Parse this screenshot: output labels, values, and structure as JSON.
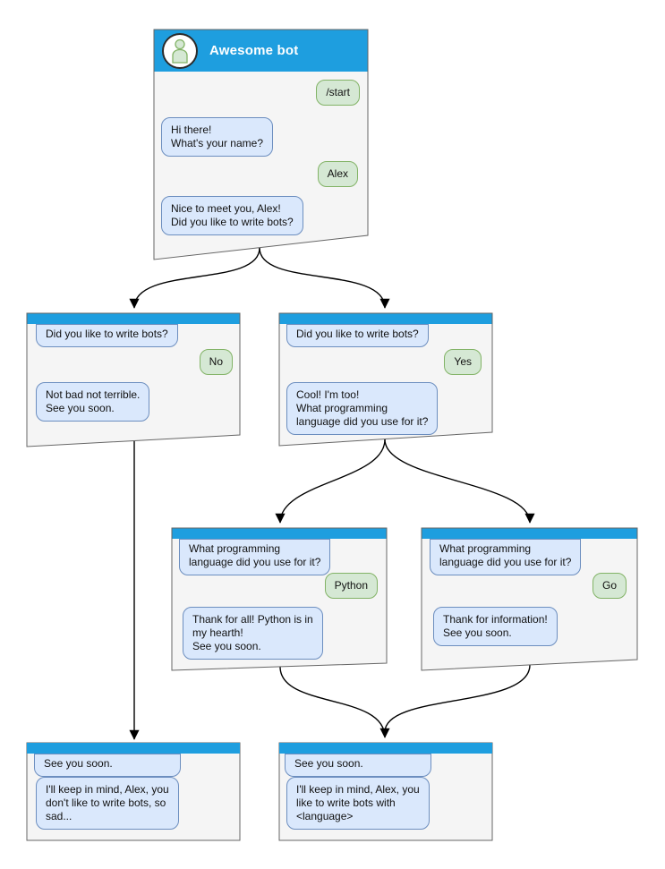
{
  "colors": {
    "header_blue": "#1e9edf",
    "window_fill": "#f5f5f5",
    "window_border": "#666666",
    "bot_bubble_fill": "#dae8fc",
    "bot_bubble_border": "#6c8ebf",
    "user_bubble_fill": "#d5e8d4",
    "user_bubble_border": "#82b366",
    "connector": "#000000"
  },
  "windows": [
    {
      "id": "start",
      "title": "Awesome bot",
      "avatar_icon": "person-icon",
      "messages": [
        {
          "side": "user",
          "text": "/start"
        },
        {
          "side": "bot",
          "text": "Hi there!\nWhat's your name?"
        },
        {
          "side": "user",
          "text": "Alex"
        },
        {
          "side": "bot",
          "text": "Nice to meet you, Alex!\nDid you like to write bots?"
        }
      ]
    },
    {
      "id": "branch-no",
      "messages": [
        {
          "side": "bot",
          "text": "Did you like to write bots?"
        },
        {
          "side": "user",
          "text": "No"
        },
        {
          "side": "bot",
          "text": "Not bad not terrible.\nSee you soon."
        }
      ]
    },
    {
      "id": "branch-yes",
      "messages": [
        {
          "side": "bot",
          "text": "Did you like to write bots?"
        },
        {
          "side": "user",
          "text": "Yes"
        },
        {
          "side": "bot",
          "text": "Cool! I'm too!\nWhat programming\nlanguage did you use for it?"
        }
      ]
    },
    {
      "id": "branch-python",
      "messages": [
        {
          "side": "bot",
          "text": "What programming\nlanguage did you use for it?"
        },
        {
          "side": "user",
          "text": "Python"
        },
        {
          "side": "bot",
          "text": "Thank for all! Python is in\nmy hearth!\nSee you soon."
        }
      ]
    },
    {
      "id": "branch-go",
      "messages": [
        {
          "side": "bot",
          "text": "What programming\nlanguage did you use for it?"
        },
        {
          "side": "user",
          "text": "Go"
        },
        {
          "side": "bot",
          "text": "Thank for information!\nSee you soon."
        }
      ]
    },
    {
      "id": "end-no",
      "messages": [
        {
          "side": "bot",
          "text": "See you soon."
        },
        {
          "side": "bot",
          "text": "I'll keep in mind, Alex, you\ndon't like to write bots, so\nsad..."
        }
      ]
    },
    {
      "id": "end-yes",
      "messages": [
        {
          "side": "bot",
          "text": "See you soon."
        },
        {
          "side": "bot",
          "text": "I'll keep in mind, Alex, you\nlike to write bots with\n<language>"
        }
      ]
    }
  ]
}
